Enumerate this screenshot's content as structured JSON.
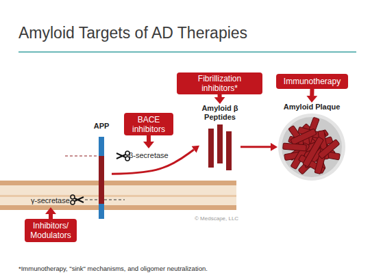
{
  "diagram": {
    "title": "Amyloid Targets of AD Therapies",
    "caption": "*Immunotherapy, \"sink\" mechanisms, and oligomer neutralization.",
    "nodes": [
      {
        "text": [
          "Fibrillization inhibitors*"
        ]
      },
      {
        "text": [
          "Immunotherapy"
        ]
      },
      {
        "text": [
          "Amyloid β Peptides"
        ]
      },
      {
        "text": [
          "Amyloid Plaque"
        ]
      },
      {
        "text": [
          "BACE inhibitors"
        ]
      },
      {
        "text": [
          "APP"
        ]
      },
      {
        "text": [
          "β-secretase"
        ]
      },
      {
        "text": [
          "γ-secretase"
        ]
      },
      {
        "text": [
          "Inhibitors/ Modulators"
        ]
      }
    ],
    "edges": [
      {
        "from": 0,
        "to": 2,
        "arrow": "to"
      },
      {
        "from": 1,
        "to": 3,
        "arrow": "to"
      },
      {
        "from": 4,
        "to": 6,
        "arrow": "to"
      },
      {
        "from": 8,
        "to": 7,
        "arrow": "to"
      },
      {
        "from": 5,
        "to": 2,
        "arrow": "to"
      },
      {
        "from": 2,
        "to": 3,
        "arrow": "to"
      }
    ],
    "labels": [
      "© Medscape, LLC"
    ]
  }
}
